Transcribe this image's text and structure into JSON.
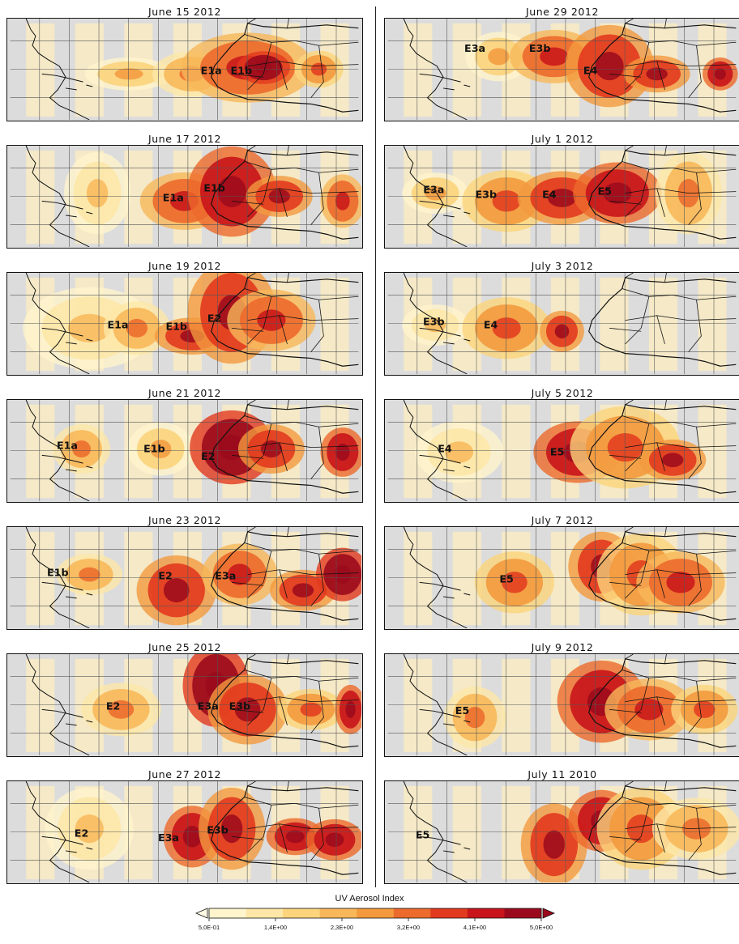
{
  "panels": [
    {
      "title": "June 15 2012",
      "labels": [
        "E1a",
        "E1b"
      ]
    },
    {
      "title": "June 17 2012",
      "labels": [
        "E1a",
        "E1b"
      ]
    },
    {
      "title": "June 19 2012",
      "labels": [
        "E1a",
        "E1b",
        "E2"
      ]
    },
    {
      "title": "June 21 2012",
      "labels": [
        "E1a",
        "E1b",
        "E2"
      ]
    },
    {
      "title": "June 23 2012",
      "labels": [
        "E1b",
        "E2",
        "E3a"
      ]
    },
    {
      "title": "June 25 2012",
      "labels": [
        "E2",
        "E3a",
        "E3b"
      ]
    },
    {
      "title": "June 27 2012",
      "labels": [
        "E2",
        "E3a",
        "E3b"
      ]
    },
    {
      "title": "June 29 2012",
      "labels": [
        "E3a",
        "E3b",
        "E4"
      ]
    },
    {
      "title": "July 1 2012",
      "labels": [
        "E3a",
        "E3b",
        "E4",
        "E5"
      ]
    },
    {
      "title": "July 3 2012",
      "labels": [
        "E3b",
        "E4"
      ]
    },
    {
      "title": "July 5 2012",
      "labels": [
        "E4",
        "E5"
      ]
    },
    {
      "title": "July 7 2012",
      "labels": [
        "E5"
      ]
    },
    {
      "title": "July 9 2012",
      "labels": [
        "E5"
      ]
    },
    {
      "title": "July 11 2010",
      "labels": [
        "E5"
      ]
    }
  ],
  "legend": {
    "title": "UV Aerosol Index",
    "ticks": [
      "5,0E-01",
      "1,4E+00",
      "2,3E+00",
      "3,2E+00",
      "4,1E+00",
      "5,0E+00"
    ],
    "colors": [
      "#fff4cc",
      "#fde7a8",
      "#fbd47c",
      "#f8b85a",
      "#f39a3e",
      "#ec6a2c",
      "#e23a1e",
      "#c8141a",
      "#9b0a1c"
    ],
    "under_color": "#fff9e6",
    "over_color": "#9b0a1c"
  },
  "colors": {
    "nodata": "#dcdcdc",
    "lines": "#111111",
    "grid": "#555555"
  }
}
